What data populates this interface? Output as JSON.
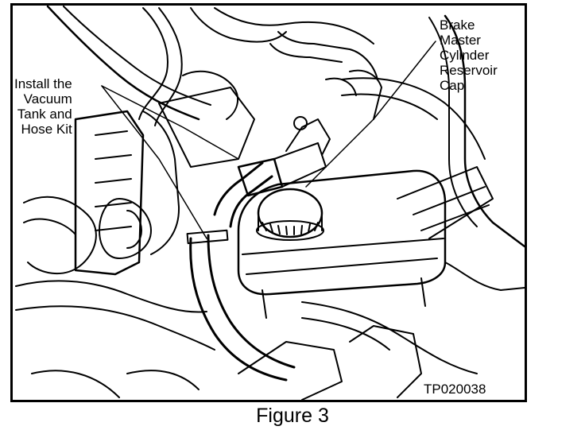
{
  "callouts": {
    "install_line1": "Install the",
    "install_line2": "Vacuum",
    "install_line3": "Tank and",
    "install_line4": "Hose Kit",
    "brake_line1": "Brake",
    "brake_line2": "Master",
    "brake_line3": "Cylinder",
    "brake_line4": "Reservoir",
    "brake_line5": "Cap"
  },
  "figure_code": "TP020038",
  "caption": "Figure 3",
  "colors": {
    "ink": "#000000",
    "paper": "#ffffff"
  }
}
